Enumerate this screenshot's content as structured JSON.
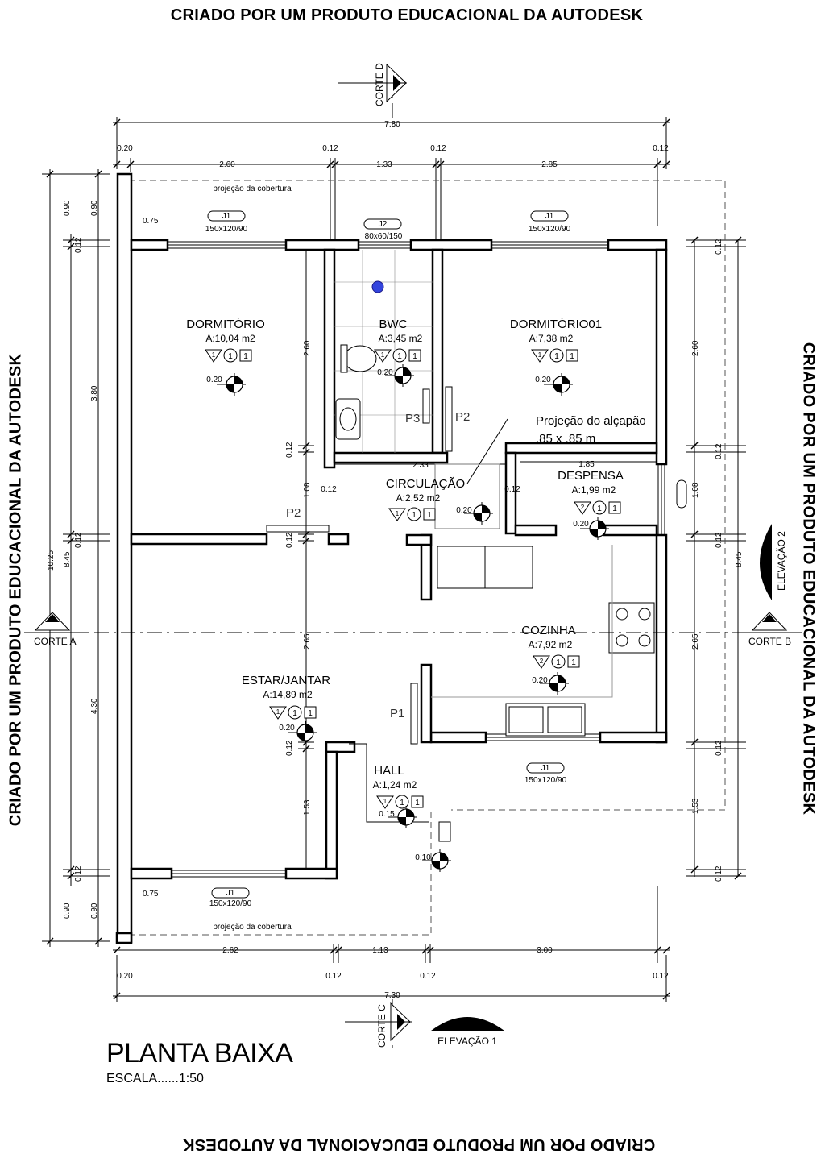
{
  "banners": {
    "top": "CRIADO POR UM PRODUTO EDUCACIONAL DA AUTODESK",
    "left": "CRIADO POR UM PRODUTO EDUCACIONAL DA AUTODESK",
    "right": "CRIADO POR UM PRODUTO EDUCACIONAL DA AUTODESK",
    "bottom": "CRIADO POR UM PRODUTO EDUCACIONAL DA AUTODESK"
  },
  "title": "PLANTA BAIXA",
  "scale": "ESCALA......1:50",
  "rooms": {
    "dormitorio": {
      "name": "DORMITÓRIO",
      "area": "A:10,04 m2",
      "level": "0.20"
    },
    "bwc": {
      "name": "BWC",
      "area": "A:3,45 m2",
      "level": "0.20"
    },
    "dormitorio01": {
      "name": "DORMITÓRIO01",
      "area": "A:7,38 m2",
      "level": "0.20"
    },
    "circulacao": {
      "name": "CIRCULAÇÃO",
      "area": "A:2,52 m2",
      "level": "0.20"
    },
    "despensa": {
      "name": "DESPENSA",
      "area": "A:1,99 m2",
      "level": "0.20"
    },
    "cozinha": {
      "name": "COZINHA",
      "area": "A:7,92 m2",
      "level": "0.20"
    },
    "estar": {
      "name": "ESTAR/JANTAR",
      "area": "A:14,89 m2",
      "level": "0.20"
    },
    "hall": {
      "name": "HALL",
      "area": "A:1,24 m2",
      "level": "0.15"
    },
    "external_level": "0.10"
  },
  "room_marker": {
    "tri": "1",
    "circle": "1",
    "square": "1",
    "tri_alt": "2",
    "circle_alt": "1",
    "square_alt": "1"
  },
  "annotations": {
    "alcapao_1": "Projeção do alçapão",
    "alcapao_2": ".85 x .85 m",
    "cobertura": "projeção da cobertura",
    "p1": "P1",
    "p2": "P2",
    "p3": "P3"
  },
  "windows": {
    "j1": "J1",
    "j2": "J2",
    "size_150": "150x120/90",
    "size_80": "80x60/150"
  },
  "cuts": {
    "corte_a": "CORTE A",
    "corte_b": "CORTE B",
    "corte_c": "CORTE C",
    "corte_d": "CORTE D",
    "elevacao_1": "ELEVAÇÃO 1",
    "elevacao_2": "ELEVAÇÃO 2"
  },
  "dims": {
    "total_width": "7.30",
    "wall_020": "0.20",
    "wall_012": "0.12",
    "top_2_60": "2.60",
    "top_1_33": "1.33",
    "top_2_85": "2.85",
    "bot_2_62": "2.62",
    "bot_1_13": "1.13",
    "bot_3_00": "3.00",
    "circ_2_33": "2.33",
    "desp_1_85": "1.85",
    "left_0_90": "0.90",
    "left_3_80": "3.80",
    "left_10_25": "10.25",
    "left_8_45": "8.45",
    "left_4_30": "4.30",
    "v_2_60": "2.60",
    "v_1_08": "1.08",
    "v_2_65": "2.65",
    "v_1_53": "1.53",
    "eave_0_75": "0.75"
  }
}
